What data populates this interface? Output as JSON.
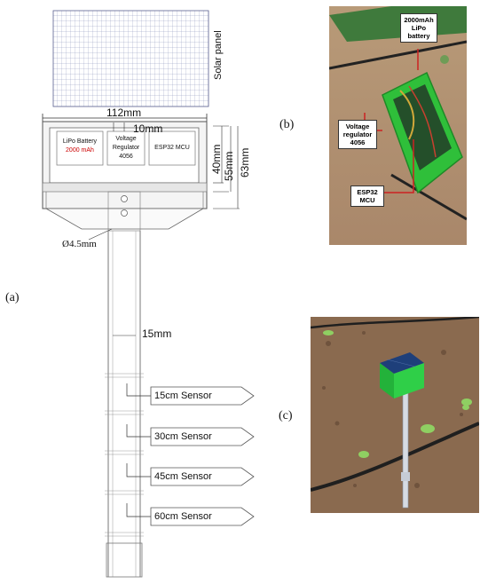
{
  "diagram_a": {
    "tag": "(a)",
    "solar_panel_label": "Solar panel",
    "dimensions": {
      "width": "112mm",
      "gap": "10mm",
      "h40": "40mm",
      "h55": "55mm",
      "h63": "63mm",
      "hole": "Ø4.5mm",
      "rod": "15mm"
    },
    "components": {
      "battery_line1": "LiPo Battery",
      "battery_line2": "2000 mAh",
      "regulator_line1": "Voltage",
      "regulator_line2": "Regulator",
      "regulator_line3": "4056",
      "mcu": "ESP32 MCU"
    },
    "sensors": [
      "15cm Sensor",
      "30cm Sensor",
      "45cm Sensor",
      "60cm Sensor"
    ]
  },
  "photo_b": {
    "tag": "(b)",
    "battery_callout": [
      "2000mAh",
      "LiPo",
      "battery"
    ],
    "regulator_callout": [
      "Voltage",
      "regulator",
      "4056"
    ],
    "mcu_callout": [
      "ESP32",
      "MCU"
    ]
  },
  "photo_c": {
    "tag": "(c)"
  },
  "colors": {
    "battery_capacity_red": "#cc0000",
    "enclosure_green": "#2fbf3a",
    "soil": "#8a6a4f",
    "callout_line": "#cc2222"
  }
}
